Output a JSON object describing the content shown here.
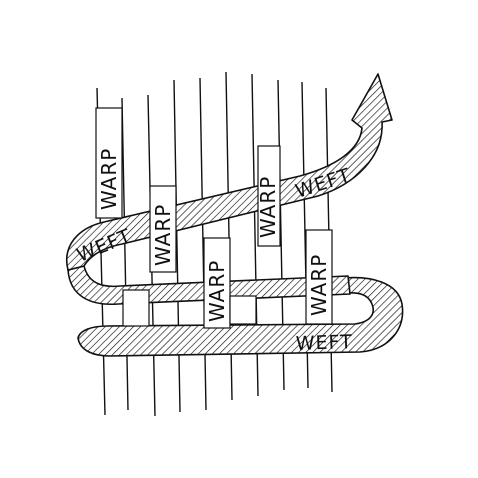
{
  "labels": {
    "warp_1": "WARP",
    "warp_2": "WARP",
    "warp_3": "WARP",
    "warp_4": "WARP",
    "warp_5": "WARP",
    "weft_left": "WEFT",
    "weft_top": "WEFT",
    "weft_bottom": "WEFT"
  },
  "colors": {
    "ink": "#111111",
    "paper": "#ffffff"
  }
}
